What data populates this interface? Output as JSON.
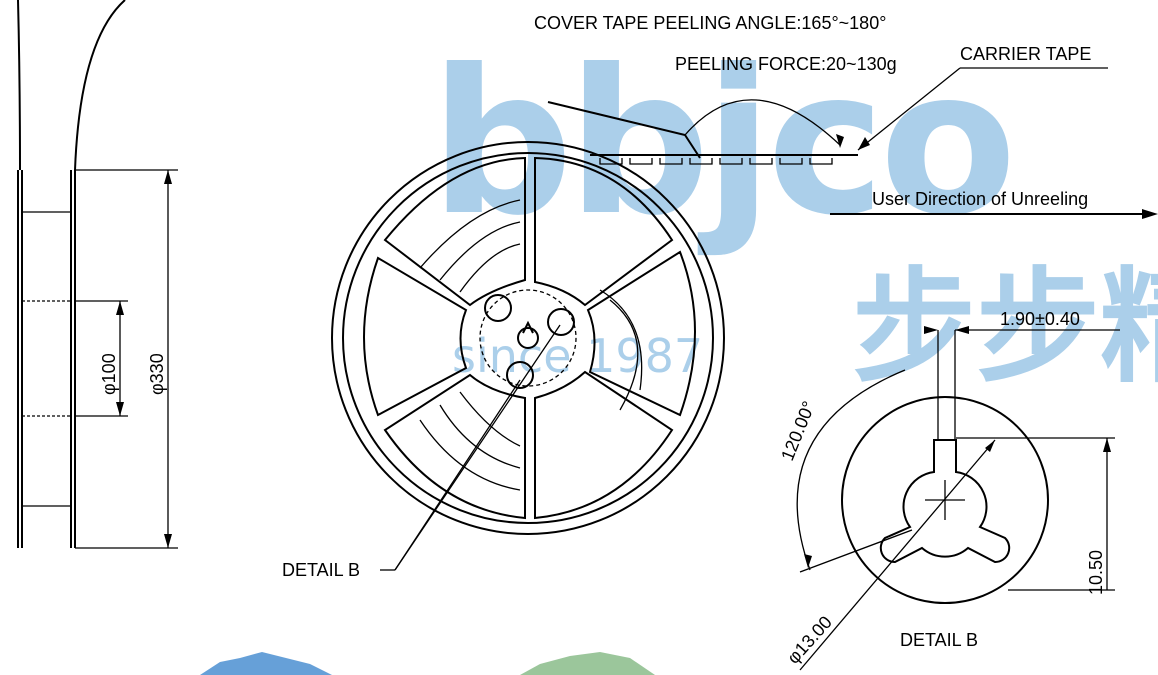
{
  "labels": {
    "cover_tape_angle": "COVER TAPE PEELING ANGLE:165°~180°",
    "peeling_force": "PEELING FORCE:20~130g",
    "carrier_tape": "CARRIER TAPE",
    "unreeling": "User Direction of Unreeling",
    "detail_b_callout": "DETAIL B",
    "detail_b_title": "DETAIL B"
  },
  "dimensions": {
    "hub_diameter": "φ100",
    "reel_diameter": "φ330",
    "slot_width": "1.90±0.40",
    "angle": "120.00°",
    "spindle_diameter": "φ13.00",
    "key_depth": "10.50"
  },
  "watermark": {
    "logo": "bbjco",
    "since": "since 1987",
    "chinese": "步步精"
  }
}
